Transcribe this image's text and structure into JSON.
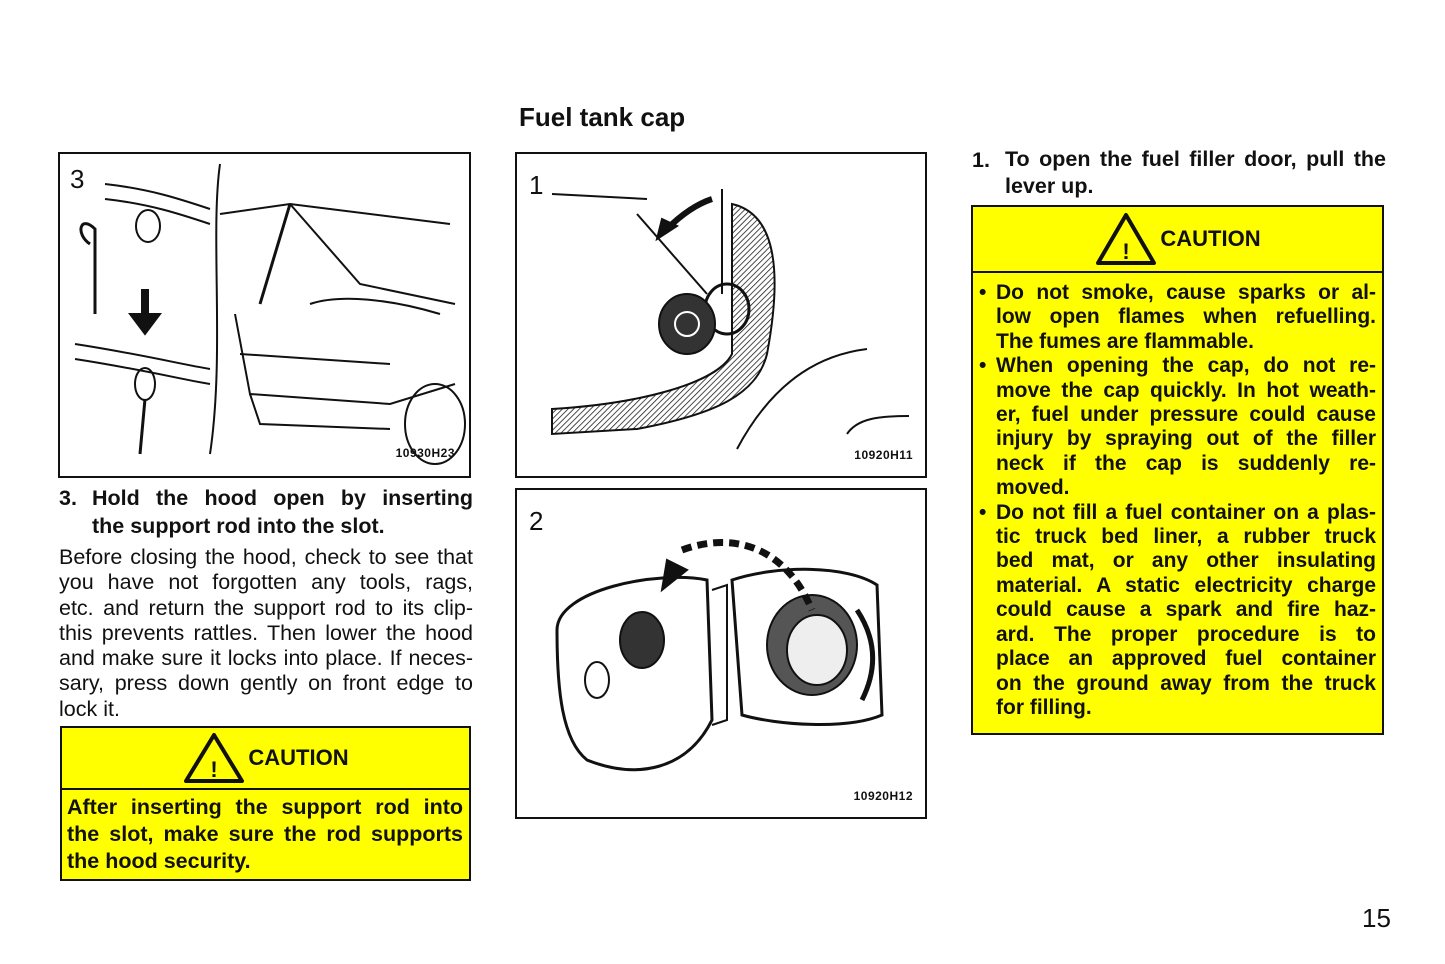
{
  "heading": "Fuel tank cap",
  "figures": {
    "hood": {
      "number": "3",
      "code": "10930H23"
    },
    "filler_door": {
      "number": "1",
      "code": "10920H11"
    },
    "cap": {
      "number": "2",
      "code": "10920H12"
    }
  },
  "left": {
    "step_number": "3.",
    "step_lines": [
      "Hold the hood open by inserting",
      "the support rod into the slot."
    ],
    "body_lines": [
      "Before closing the hood, check to see that",
      "you have not forgotten any tools, rags,",
      "etc. and return the support rod to its clip-",
      "this prevents rattles. Then lower the hood",
      "and make sure it locks into place. If neces-",
      "sary, press down gently on front edge to",
      "lock it."
    ],
    "caution": {
      "label": "CAUTION",
      "lines": [
        "After inserting the support rod into",
        "the slot, make sure the rod supports",
        "the hood security."
      ]
    }
  },
  "right": {
    "step_number": "1.",
    "step_lines": [
      "To open the fuel filler door, pull the",
      "lever up."
    ],
    "caution": {
      "label": "CAUTION",
      "bullets": [
        [
          "Do not smoke, cause sparks or al-",
          "low open flames when refuelling.",
          "The fumes are flammable."
        ],
        [
          "When opening the cap, do not re-",
          "move the cap quickly. In hot weath-",
          "er, fuel under pressure could cause",
          "injury by spraying out of the filler",
          "neck if the cap is suddenly re-",
          "moved."
        ],
        [
          "Do not fill a fuel container on a plas-",
          "tic truck bed liner, a rubber truck",
          "bed mat, or any other insulating",
          "material. A static electricity charge",
          "could cause a spark and fire haz-",
          "ard. The proper procedure is to",
          "place an approved fuel container",
          "on the ground away from the truck",
          "for filling."
        ]
      ]
    }
  },
  "page_number": "15",
  "colors": {
    "caution_bg": "#ffff00",
    "ink": "#111111"
  }
}
